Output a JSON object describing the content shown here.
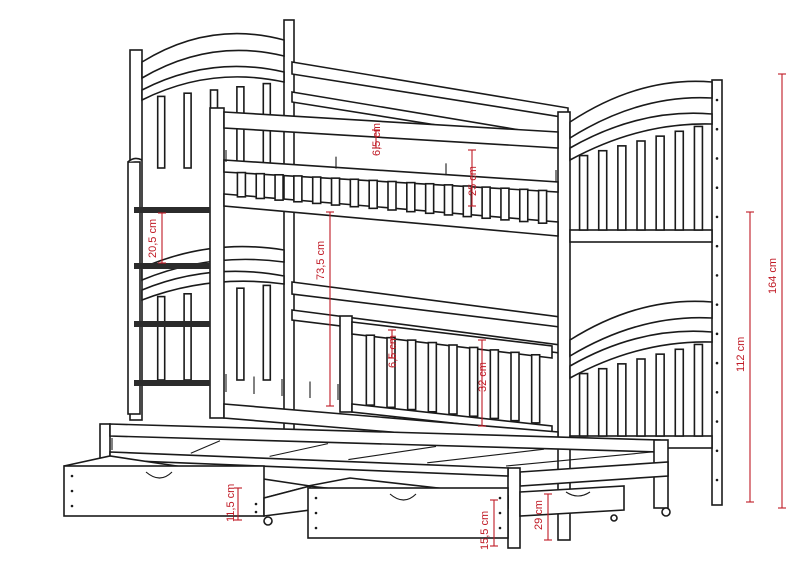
{
  "dimensions": {
    "top_rail_gap": "6,5 cm",
    "top_rail_height": "25 cm",
    "ladder_step_spacing": "20,5 cm",
    "lower_bed_clearance": "73,5 cm",
    "lower_rail_gap": "6,5 cm",
    "lower_rail_height": "32 cm",
    "drawer_height": "11,5 cm",
    "trundle_clearance": "15,5 cm",
    "trundle_height": "29 cm",
    "upper_bed_height": "112 cm",
    "total_height": "164 cm"
  },
  "colors": {
    "accent": "#c01a25",
    "line": "#1a1a1a"
  }
}
